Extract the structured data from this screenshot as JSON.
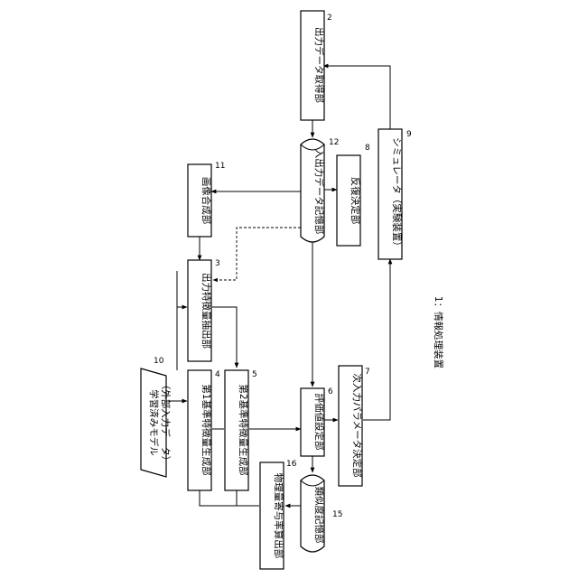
{
  "blocks": {
    "output_data_acquisition": {
      "label": "出力データ取得部",
      "number": "2"
    },
    "io_data_storage": {
      "label": "入出力データ記憶部",
      "number": "12"
    },
    "iteration_decision": {
      "label": "反復決定部",
      "number": "8"
    },
    "simulator": {
      "label": "シミュレータ（実験装置）",
      "number": "9"
    },
    "image_synthesis": {
      "label": "画像合成部",
      "number": "11"
    },
    "output_feature_extraction": {
      "label": "出力特徴量抽出部",
      "number": "3"
    },
    "trained_model": {
      "label_line1": "学習済みモデル",
      "label_line2": "（外部入力データ）",
      "number": "10"
    },
    "first_reference_feature": {
      "label": "第1基準特徴量生成部",
      "number": "4"
    },
    "second_reference_feature": {
      "label": "第2基準特徴量生成部",
      "number": "5"
    },
    "evaluation_value_setting": {
      "label": "評価値設定部",
      "number": "6"
    },
    "next_input_parameter": {
      "label": "次入力パラメータ決定部",
      "number": "7"
    },
    "physical_contribution": {
      "label": "物理量寄与率算出部",
      "number": "16"
    },
    "similarity_storage": {
      "label": "類似度記憶部",
      "number": "15"
    }
  },
  "caption": "1：情報処理装置"
}
